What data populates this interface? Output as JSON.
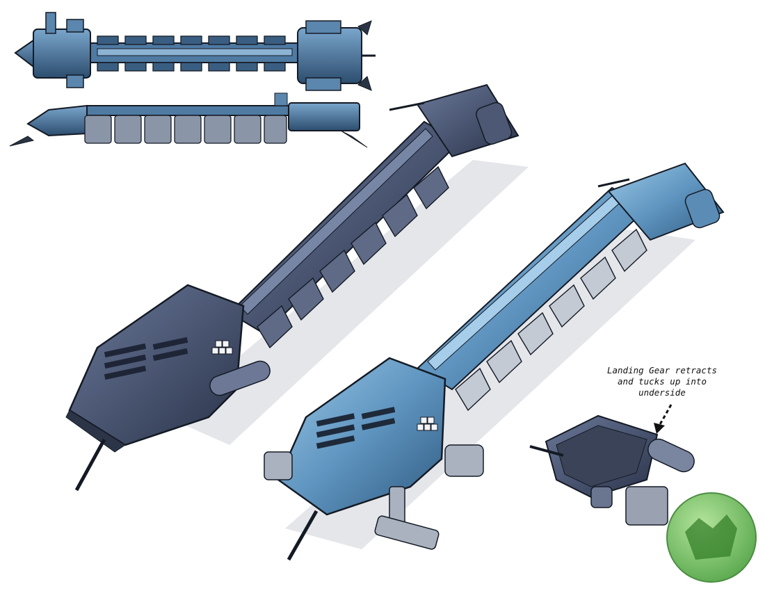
{
  "annotation": {
    "lines": [
      "Landing Gear retracts",
      "and tucks up into",
      "underside"
    ]
  },
  "views": [
    {
      "name": "top-view",
      "label": ""
    },
    {
      "name": "side-view",
      "label": ""
    },
    {
      "name": "perspective-view-dark",
      "label": ""
    },
    {
      "name": "perspective-view-blue",
      "label": ""
    },
    {
      "name": "landing-gear-detail",
      "label": ""
    }
  ],
  "colors": {
    "dark_hull": "#4a5672",
    "blue_hull": "#5f95c0",
    "schematic": "#3f6f98",
    "outline": "#141a24",
    "logo_green": "#5dbf4a"
  }
}
